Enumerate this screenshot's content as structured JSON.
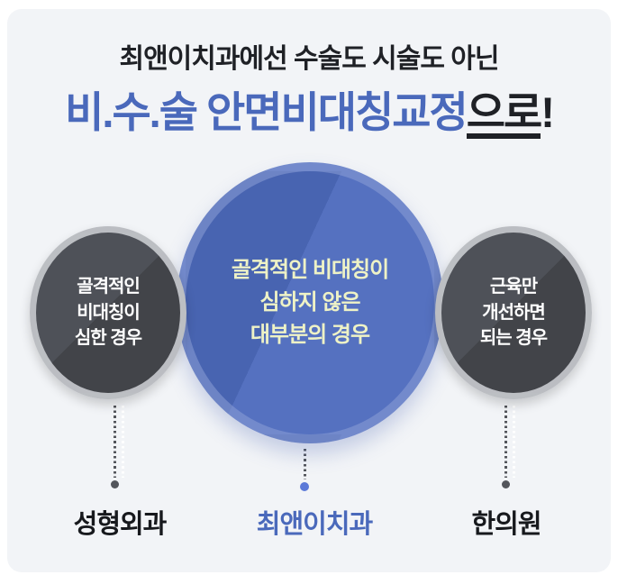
{
  "header": {
    "subtitle": "최앤이치과에선 수술도 시술도 아닌",
    "title_highlight": "비.수.술 안면비대칭교정",
    "title_underlined": "으로",
    "title_suffix": "!"
  },
  "circles": {
    "left": {
      "lines": [
        "골격적인",
        "비대칭이",
        "심한 경우"
      ],
      "label": "성형외과"
    },
    "center": {
      "lines": [
        "골격적인 비대칭이",
        "심하지 않은",
        "대부분의 경우"
      ],
      "label": "최앤이치과"
    },
    "right": {
      "lines": [
        "근육만",
        "개선하면",
        "되는 경우"
      ],
      "label": "한의원"
    }
  },
  "colors": {
    "accent_blue": "#4a69bb",
    "title_dark": "#1f2126",
    "card_bg": "#f2f4f7",
    "circle_blue_a": "#4864b1",
    "circle_blue_b": "#5571c0",
    "circle_blue_ring": "rgba(140,159,213,0.55)",
    "circle_blue_text": "#eef2c6",
    "circle_dark_a": "#4e5158",
    "circle_dark_b": "#424449",
    "circle_dark_ring": "rgba(201,203,207,0.9)",
    "dot_color": "#53555b",
    "blue_dot": "#5b79d8",
    "label_dark": "#17191d"
  }
}
